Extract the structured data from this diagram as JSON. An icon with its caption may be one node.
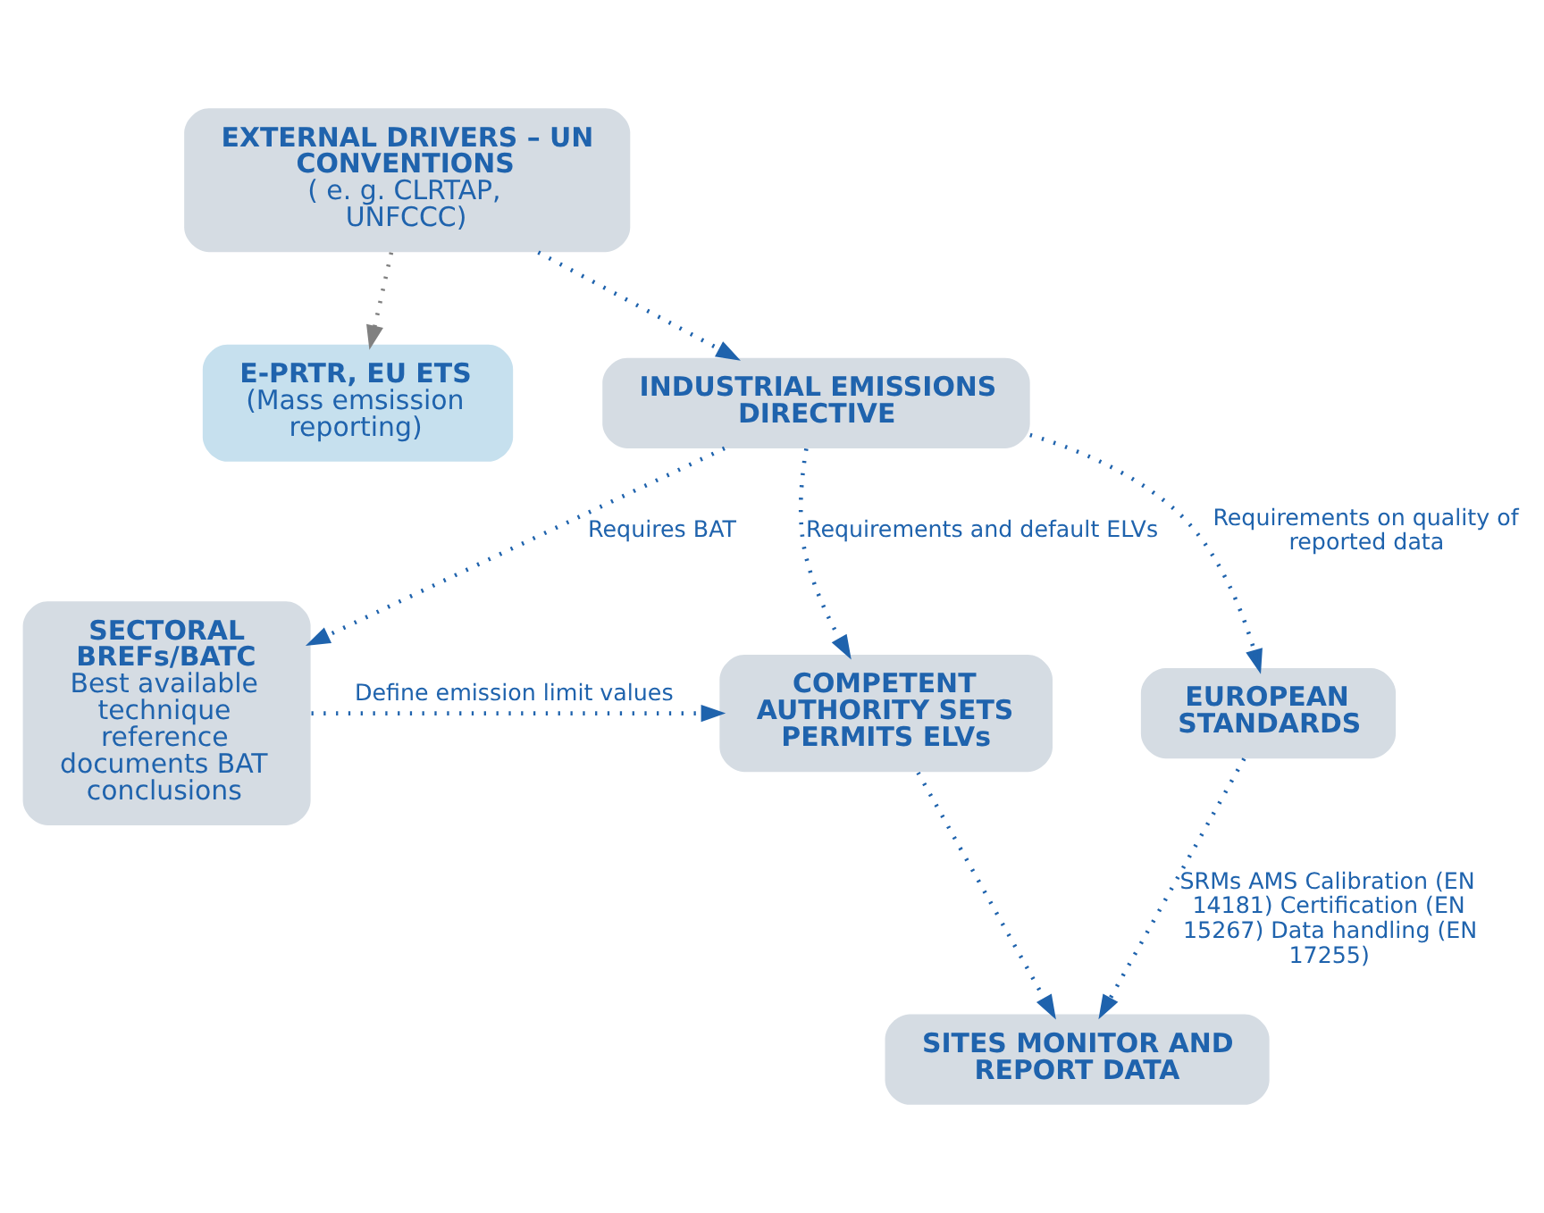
{
  "diagram": {
    "nodes": [
      {
        "text": [
          "EXTERNAL DRIVERS – UN CONVENTIONS",
          "( e. g. CLRTAP, UNFCCC)"
        ]
      },
      {
        "text": [
          "E-PRTR, EU ETS",
          "(Mass emsission reporting)"
        ]
      },
      {
        "text": [
          "INDUSTRIAL EMISSIONS DIRECTIVE"
        ]
      },
      {
        "text": [
          "SECTORAL BREFs/BATC",
          "Best available technique reference documents BAT conclusions"
        ]
      },
      {
        "text": [
          "COMPETENT AUTHORITY SETS PERMITS ELVs"
        ]
      },
      {
        "text": [
          "EUROPEAN STANDARDS"
        ]
      },
      {
        "text": [
          "SITES MONITOR AND REPORT DATA"
        ]
      }
    ],
    "edges": [
      {
        "from": 0,
        "to": 1,
        "arrow": "to",
        "color": "#808080"
      },
      {
        "from": 0,
        "to": 2,
        "arrow": "to"
      },
      {
        "from": 2,
        "to": 3,
        "arrow": "to",
        "label": "Requires BAT"
      },
      {
        "from": 2,
        "to": 4,
        "arrow": "to",
        "label": "Requirements and default ELVs"
      },
      {
        "from": 2,
        "to": 5,
        "arrow": "to",
        "label": "Requirements on quality of reported data"
      },
      {
        "from": 3,
        "to": 4,
        "arrow": "to",
        "label": "Define emission limit values"
      },
      {
        "from": 4,
        "to": 6,
        "arrow": "to"
      },
      {
        "from": 5,
        "to": 6,
        "arrow": "to",
        "label": "SRMs AMS Calibration (EN 14181) Certification (EN 15267) Data handling (EN 17255)"
      }
    ]
  }
}
